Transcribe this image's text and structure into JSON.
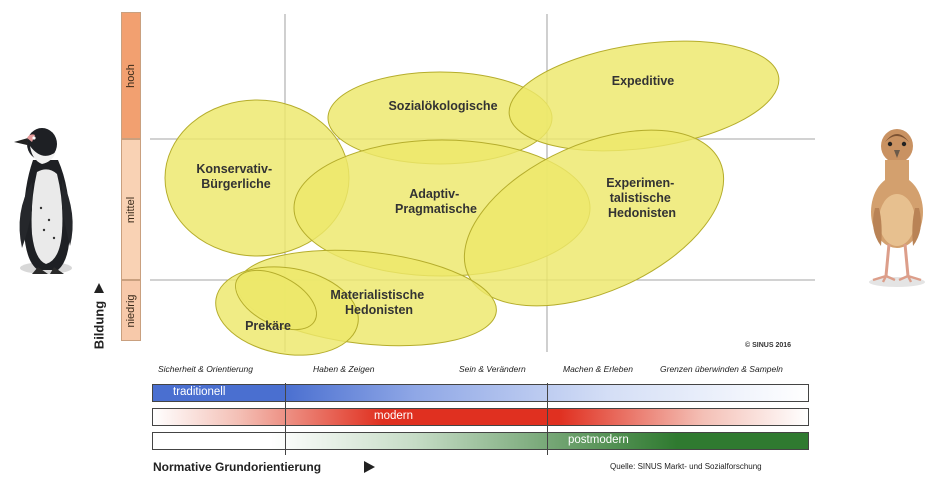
{
  "axis": {
    "y_title": "Bildung",
    "y_levels": [
      "hoch",
      "mittel",
      "niedrig"
    ],
    "x_title": "Normative Grundorientierung"
  },
  "milieus": [
    {
      "name_lines": [
        "Sozialökologische"
      ]
    },
    {
      "name_lines": [
        "Expeditive"
      ]
    },
    {
      "name_lines": [
        "Konservativ-",
        "Bürgerliche"
      ]
    },
    {
      "name_lines": [
        "Adaptiv-",
        "Pragmatische"
      ]
    },
    {
      "name_lines": [
        "Experimen-",
        "talistische",
        "Hedonisten"
      ]
    },
    {
      "name_lines": [
        "Materialistische",
        "Hedonisten"
      ]
    },
    {
      "name_lines": [
        "Prekäre"
      ]
    }
  ],
  "copyright": "© SINUS 2016",
  "orientations": [
    "Sicherheit & Orientierung",
    "Haben & Zeigen",
    "Sein & Verändern",
    "Machen & Erleben",
    "Grenzen überwinden & Sampeln"
  ],
  "bars": {
    "traditionell": "traditionell",
    "modern": "modern",
    "postmodern": "postmodern"
  },
  "source": "Quelle: SINUS Markt- und Sozialforschung",
  "colors": {
    "ellipse_fill": "#ede86a",
    "ellipse_stroke": "#b5ad2c",
    "traditionell": "#4a6fd0",
    "modern": "#e03020",
    "postmodern": "#2f7a30",
    "axis_hoch": "#f2a070",
    "axis_mittel": "#f9d2b4",
    "axis_niedrig": "#f7c9aa"
  }
}
